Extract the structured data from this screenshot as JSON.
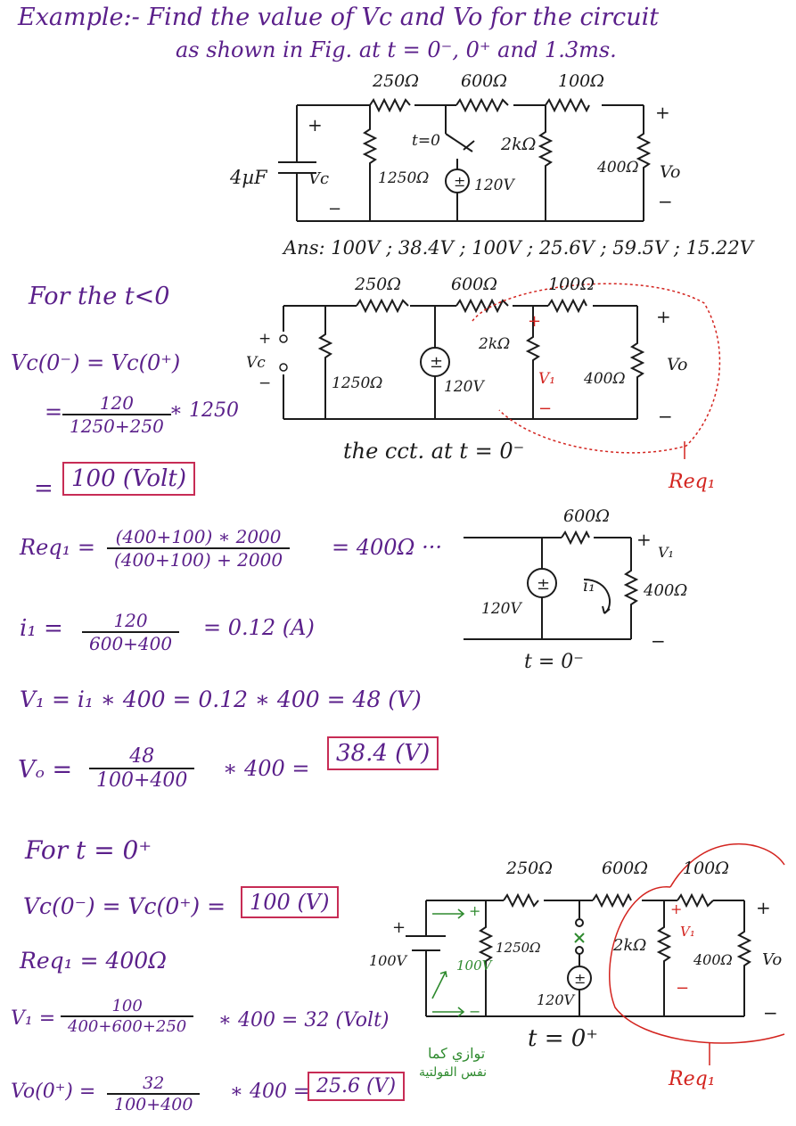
{
  "header": {
    "line1": "Example:- Find the value of Vc and Vo for the circuit",
    "line2": "as shown in Fig. at t = 0⁻, 0⁺ and 1.3ms."
  },
  "main_circuit": {
    "r1": "250Ω",
    "r2": "600Ω",
    "r3": "100Ω",
    "r_shunt": "1250Ω",
    "r_mid": "2kΩ",
    "r_out": "400Ω",
    "cap": "4µF",
    "vc": "Vc",
    "vo": "Vo",
    "source": "120V",
    "switch": "t=0",
    "plus": "+",
    "minus": "−"
  },
  "answer": "Ans: 100V ; 38.4V ; 100V ; 25.6V ; 59.5V ; 15.22V",
  "section1": {
    "heading": "For the t<0",
    "eq1": "Vc(0⁻) = Vc(0⁺)",
    "eq2_eq": "=",
    "eq2_num": "120",
    "eq2_den": "1250+250",
    "eq2_mult": "∗ 1250",
    "result_eq": "=",
    "result": "100 (Volt)",
    "caption": "the cct. at t = 0⁻",
    "req_label": "Req₁",
    "v1": "V₁"
  },
  "req_calc": {
    "lhs": "Req₁ =",
    "num": "(400+100) ∗ 2000",
    "den": "(400+100) + 2000",
    "rhs": "= 400Ω ···"
  },
  "i1_calc": {
    "lhs": "i₁ =",
    "num": "120",
    "den": "600+400",
    "rhs": "= 0.12 (A)"
  },
  "small_circuit": {
    "r": "600Ω",
    "r_load": "400Ω",
    "src": "120V",
    "i": "i₁",
    "v": "V₁",
    "caption": "t = 0⁻"
  },
  "v1_calc": "V₁ = i₁ ∗ 400 = 0.12 ∗ 400 = 48 (V)",
  "vo_calc": {
    "lhs": "Vₒ =",
    "num": "48",
    "den": "100+400",
    "mult": "∗ 400 =",
    "result": "38.4 (V)"
  },
  "section2": {
    "heading": "For t = 0⁺",
    "eq1": "Vc(0⁻) = Vc(0⁺) =",
    "result1": "100 (V)",
    "req": "Req₁ = 400Ω",
    "v1_lhs": "V₁ =",
    "v1_num": "100",
    "v1_den": "400+600+250",
    "v1_rhs": "∗ 400 = 32 (Volt)",
    "vo_lhs": "Vo(0⁺) =",
    "vo_num": "32",
    "vo_den": "100+400",
    "vo_mult": "∗ 400 =",
    "vo_result": "25.6 (V)"
  },
  "circuit3": {
    "r1": "250Ω",
    "r2": "600Ω",
    "r3": "100Ω",
    "r_shunt": "1250Ω",
    "r_mid": "2kΩ",
    "r_out": "400Ω",
    "src": "100V",
    "src_inner": "100V",
    "src2": "120V",
    "vo": "Vo",
    "v1": "V₁",
    "caption": "t = 0⁺",
    "note_line1": "توازي كما",
    "note_line2": "نفس الفولتية",
    "req_label": "Req₁"
  }
}
